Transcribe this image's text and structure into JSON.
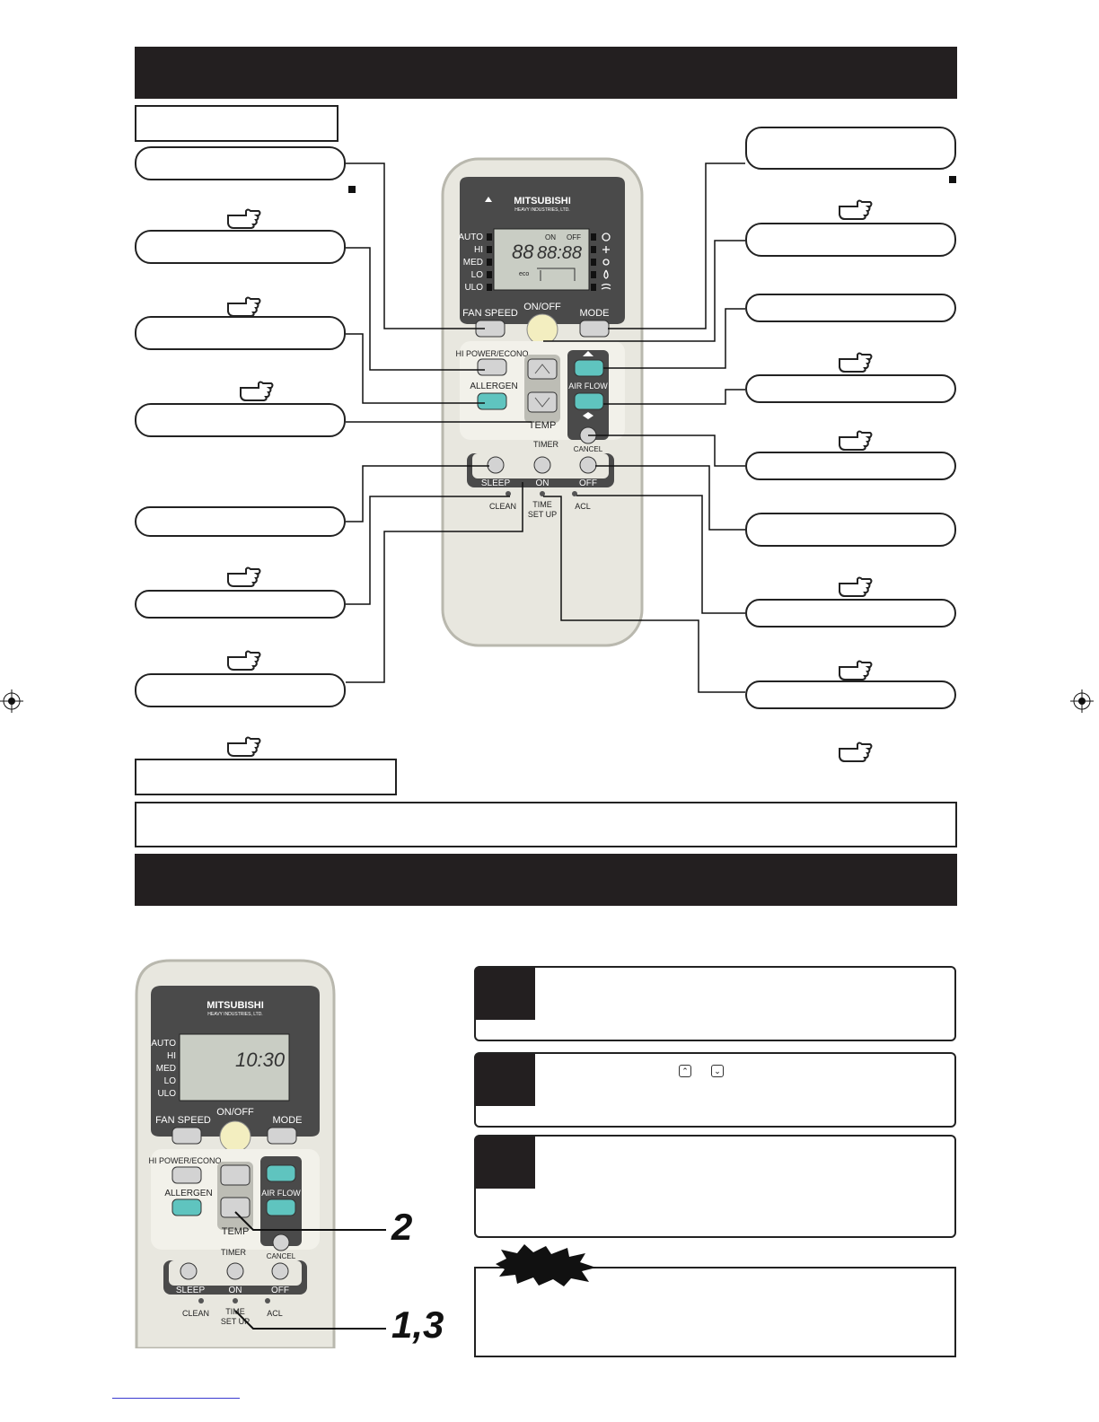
{
  "remote": {
    "brand": "MITSUBISHI",
    "brand_sub": "HEAVY INDUSTRIES, LTD.",
    "lcd_left_labels": [
      "AUTO",
      "HI",
      "MED",
      "LO",
      "ULO"
    ],
    "lcd_time": "88:88",
    "lcd_temp": "88",
    "lcd_timer_on": "ON",
    "lcd_timer_off": "OFF",
    "eco": "eco",
    "buttons": {
      "fan_speed": "FAN SPEED",
      "on_off": "ON/OFF",
      "mode": "MODE",
      "hi_power": "HI POWER/ECONO",
      "allergen": "ALLERGEN",
      "air_flow": "AIR FLOW",
      "temp": "TEMP",
      "timer": "TIMER",
      "cancel": "CANCEL",
      "sleep": "SLEEP",
      "on": "ON",
      "off": "OFF",
      "clean": "CLEAN",
      "time_set_up_1": "TIME",
      "time_set_up_2": "SET UP",
      "acl": "ACL"
    }
  },
  "small_remote": {
    "lcd_time": "10:30"
  },
  "callouts": {
    "label_2": "2",
    "label_1_3": "1,3"
  },
  "steps": {
    "step2_glyphs": [
      "⌃",
      "⌄"
    ]
  },
  "colors": {
    "band": "#231f20",
    "teal_button": "#5fc4bf",
    "remote_body": "#e8e7df",
    "panel_dark": "#4a4a4a",
    "lcd": "#c9cdc4"
  }
}
